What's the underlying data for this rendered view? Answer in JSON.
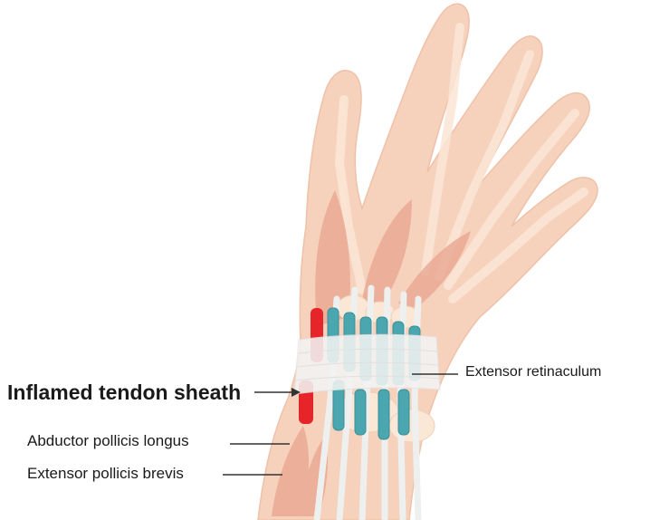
{
  "labels": {
    "inflamed_tendon_sheath": "Inflamed tendon sheath",
    "abductor_pollicis_longus": "Abductor pollicis longus",
    "extensor_pollicis_brevis": "Extensor pollicis brevis",
    "extensor_retinaculum": "Extensor retinaculum"
  },
  "colors": {
    "skin": "#f6d2bd",
    "bone": "#fbe7d6",
    "muscle": "#e8a48f",
    "tendon_blue": "#4aa7b0",
    "tendon_white": "#eef0ef",
    "inflamed": "#e5252a",
    "retinaculum": "#f3f3f3"
  }
}
